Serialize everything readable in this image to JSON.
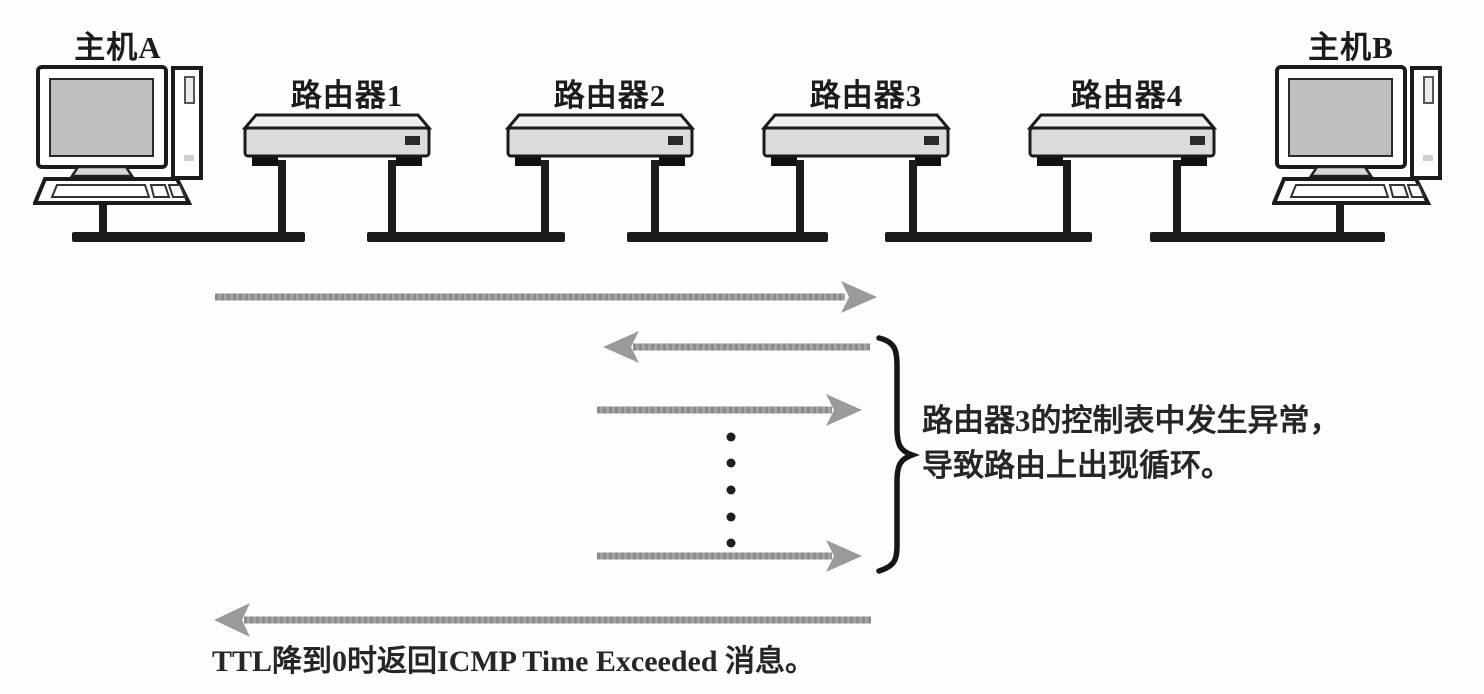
{
  "diagram_title": "traceroute / routing-loop ICMP diagram",
  "devices": {
    "host_a": "主机A",
    "host_b": "主机B",
    "routers": [
      "路由器1",
      "路由器2",
      "路由器3",
      "路由器4"
    ]
  },
  "notes": {
    "loop_line1": "路由器3的控制表中发生异常，",
    "loop_line2": "导致路由上出现循环。",
    "ttl": "TTL降到0时返回ICMP Time Exceeded 消息。"
  },
  "flow_arrows": [
    {
      "row": 1,
      "direction": "right",
      "extent": "host-A area to router-3 area"
    },
    {
      "row": 2,
      "direction": "left",
      "extent": "router-3 area back to router-2 area"
    },
    {
      "row": 3,
      "direction": "right",
      "extent": "router-2 area to router-3 area"
    },
    {
      "row": 4,
      "direction": "right",
      "extent": "router-2 area to router-3 area"
    },
    {
      "row": 5,
      "direction": "left",
      "extent": "router-3 area back to host-A area"
    }
  ],
  "ellipsis_dots": 5,
  "network_segments": 5,
  "colors": {
    "arrow_gray": "#9a9a9a",
    "line_black": "#1b1b1b",
    "router_top": "#f1f1f1",
    "router_front": "#dcdcdc",
    "screen_gray": "#bfbfbf"
  }
}
